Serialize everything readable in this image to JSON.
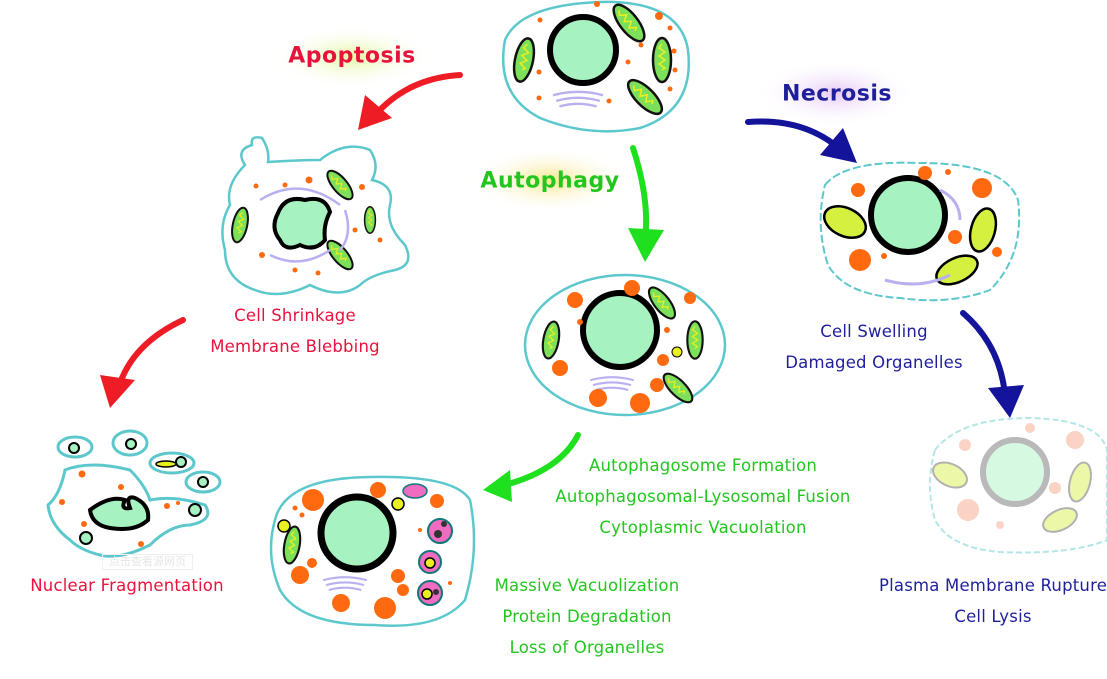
{
  "pathways": {
    "apoptosis": {
      "label": "Apoptosis",
      "color": "#e8123c",
      "stage1": [
        "Cell Shrinkage",
        "Membrane Blebbing"
      ],
      "stage2": [
        "Nuclear Fragmentation"
      ]
    },
    "autophagy": {
      "label": "Autophagy",
      "color": "#22c61e",
      "stage1": [
        "Autophagosome Formation",
        "Autophagosomal-Lysosomal Fusion",
        "Cytoplasmic Vacuolation"
      ],
      "stage2": [
        "Massive Vacuolization",
        "Protein Degradation",
        "Loss of Organelles"
      ]
    },
    "necrosis": {
      "label": "Necrosis",
      "color": "#1f1f9c",
      "stage1": [
        "Cell Swelling",
        "Damaged Organelles"
      ],
      "stage2": [
        "Plasma Membrane Rupture",
        "Cell Lysis"
      ]
    }
  },
  "watermark": "点击查看源网页"
}
